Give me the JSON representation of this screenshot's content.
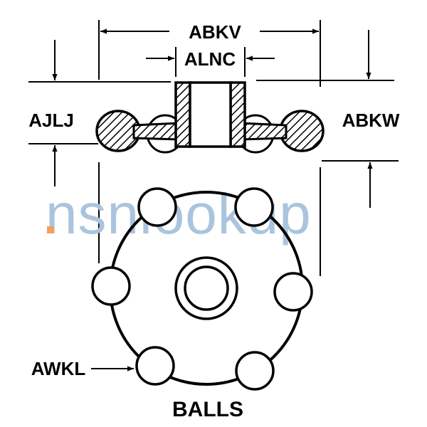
{
  "labels": {
    "abkv": "ABKV",
    "alnc": "ALNC",
    "ajlj": "AJLJ",
    "abkw": "ABKW",
    "awkl": "AWKL",
    "balls": "BALLS"
  },
  "watermark": {
    "text": "nsnlookup",
    "dot_color": "#f0a060",
    "text_color": "#aac4de"
  }
}
